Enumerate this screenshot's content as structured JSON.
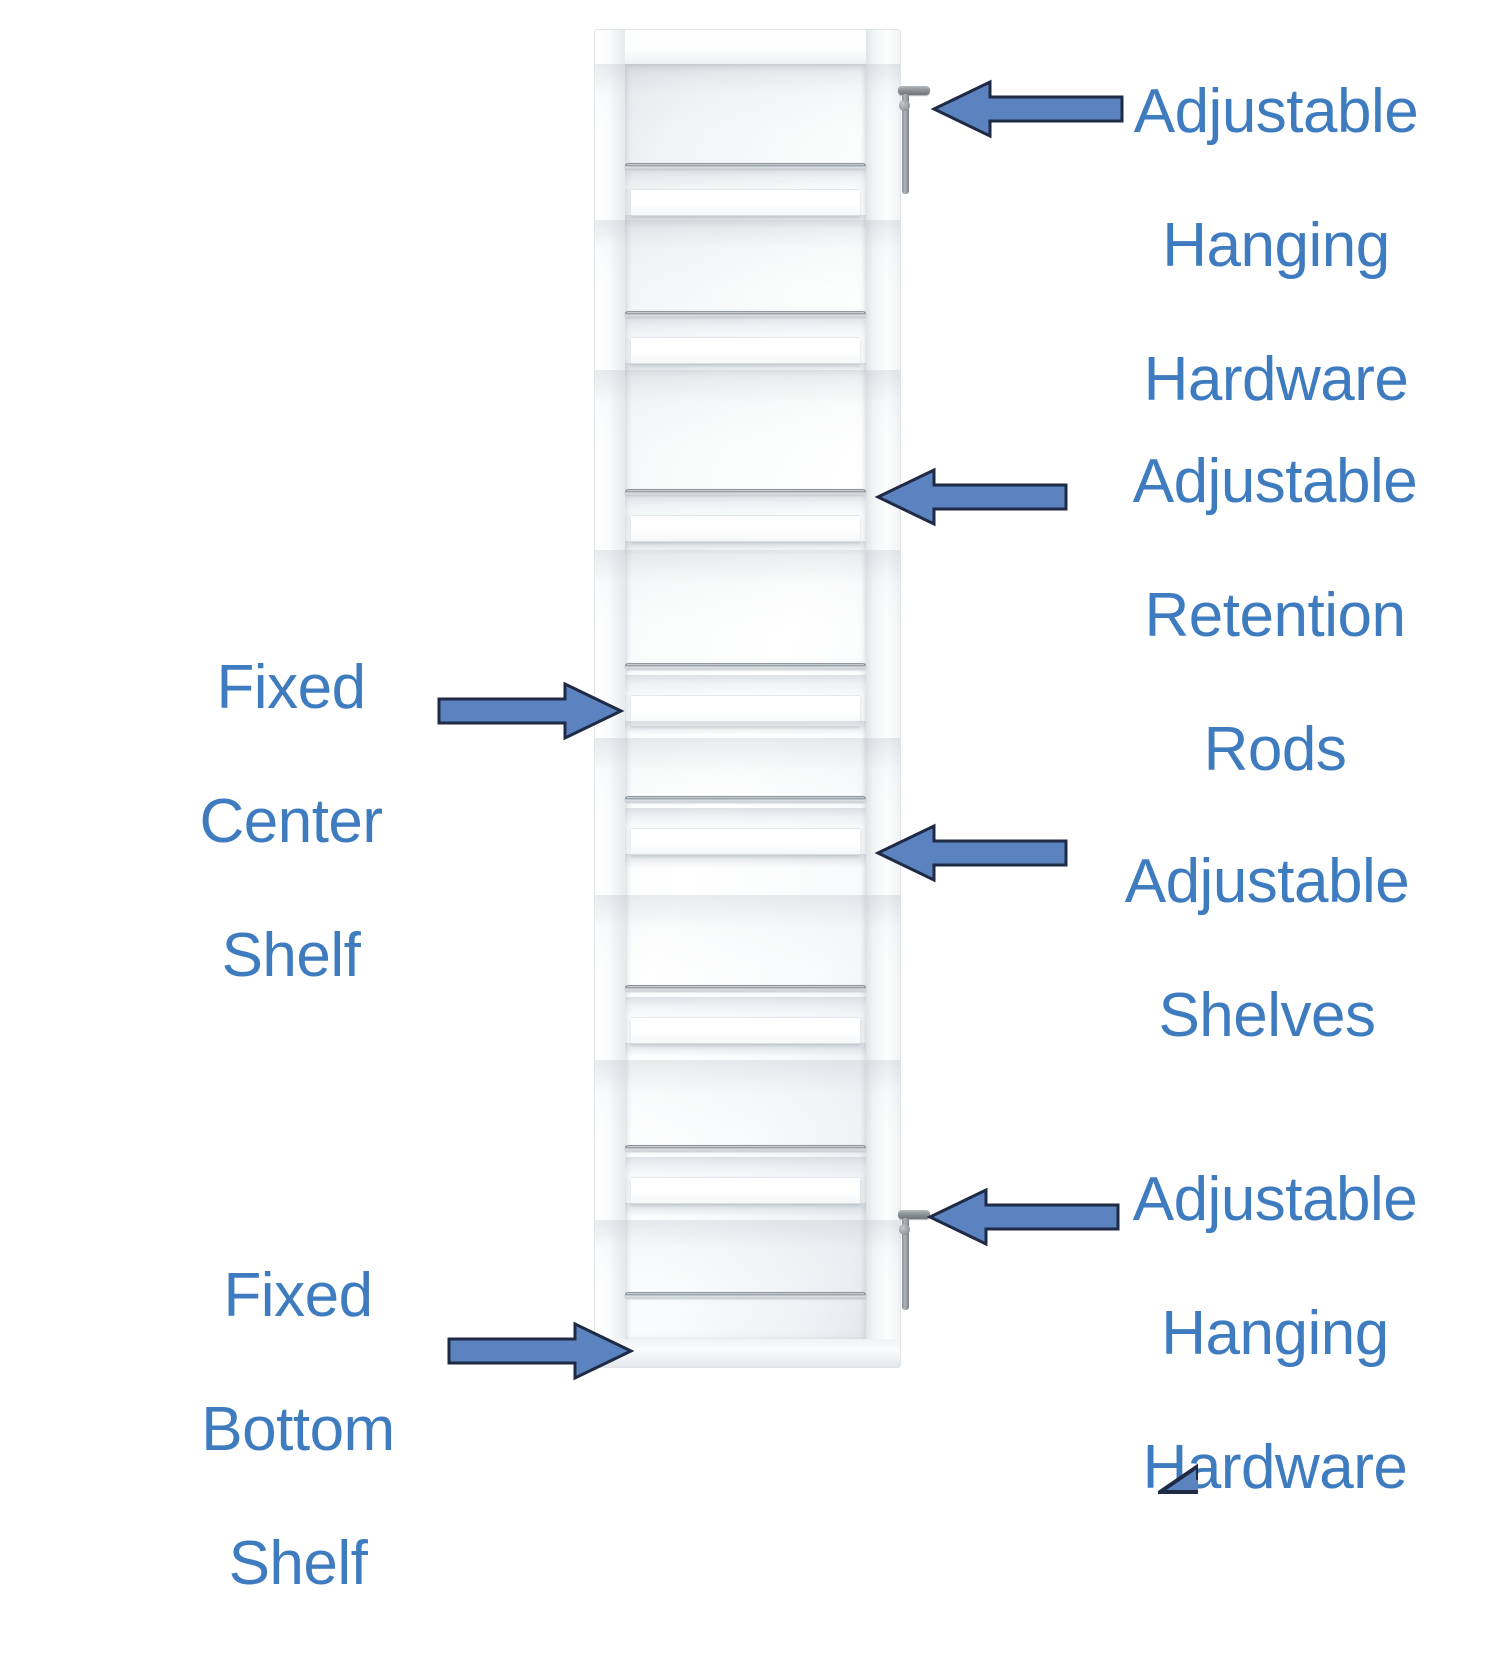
{
  "diagram": {
    "subject": "storage-cabinet-cutaway",
    "background_color": "#FFFFFF",
    "label_color": "#3E7CBF",
    "arrow_fill_color": "#5B83C0",
    "arrow_outline_color": "#1F2A44",
    "cabinet_color": "#FFFFFF",
    "rod_color": "#8A9095"
  },
  "annotations": [
    {
      "id": "adjustable-hanging-hardware-top",
      "text": "Adjustable\nHanging\nHardware",
      "line1": "Adjustable",
      "line2": "Hanging",
      "line3": "Hardware",
      "arrow_direction": "left",
      "side": "right",
      "points_to": "top hanging bracket"
    },
    {
      "id": "adjustable-retention-rods",
      "text": "Adjustable\nRetention\nRods",
      "line1": "Adjustable",
      "line2": "Retention",
      "line3": "Rods",
      "arrow_direction": "left",
      "side": "right",
      "points_to": "metal rod across shelf bay"
    },
    {
      "id": "adjustable-shelves",
      "text": "Adjustable\nShelves",
      "line1": "Adjustable",
      "line2": "Shelves",
      "arrow_direction": "left",
      "side": "right",
      "points_to": "movable shelf"
    },
    {
      "id": "adjustable-hanging-hardware-bottom",
      "text": "Adjustable\nHanging\nHardware",
      "line1": "Adjustable",
      "line2": "Hanging",
      "line3": "Hardware",
      "arrow_direction": "left",
      "side": "right",
      "points_to": "bottom hanging bracket"
    },
    {
      "id": "fixed-center-shelf",
      "text": "Fixed\nCenter\nShelf",
      "line1": "Fixed",
      "line2": "Center",
      "line3": "Shelf",
      "arrow_direction": "right",
      "side": "left",
      "points_to": "non-removable middle shelf"
    },
    {
      "id": "fixed-bottom-shelf",
      "text": "Fixed\nBottom\nShelf",
      "line1": "Fixed",
      "line2": "Bottom",
      "line3": "Shelf",
      "arrow_direction": "right",
      "side": "left",
      "points_to": "non-removable bottom shelf"
    }
  ],
  "cabinet": {
    "shelf_count": 7,
    "rod_count": 8,
    "hanging_hardware_count": 2
  }
}
